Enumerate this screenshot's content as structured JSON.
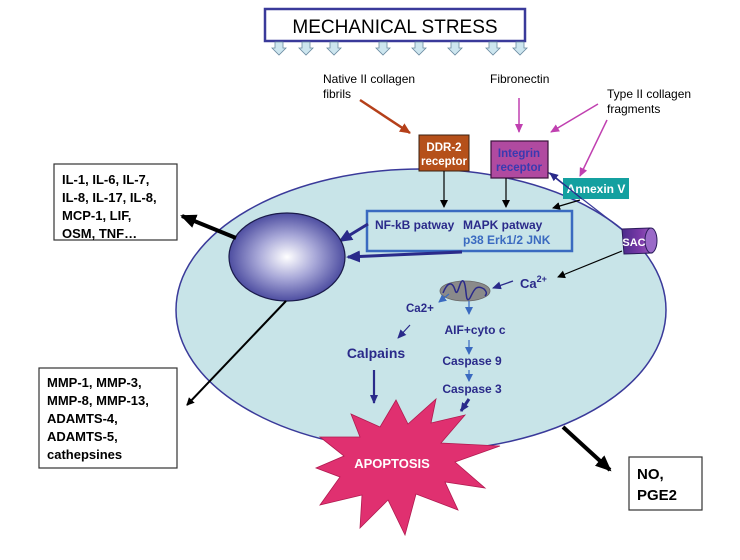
{
  "title": "MECHANICAL STRESS",
  "stimuli": {
    "native_collagen": [
      "Native II collagen",
      "fibrils"
    ],
    "fibronectin": "Fibronectin",
    "type2_fragments": [
      "Type II collagen",
      "fragments"
    ]
  },
  "receptors": {
    "ddr2": [
      "DDR-2",
      "receptor"
    ],
    "integrin": [
      "Integrin",
      "receptor"
    ],
    "annexin": "Annexin V",
    "sac": "SAC"
  },
  "pathways": {
    "nfkb": "NF-kB patway",
    "mapk": "MAPK patway",
    "mapk_sub": "p38 Erk1/2 JNK"
  },
  "intracellular": {
    "ca_in": "Ca",
    "ca_in_sup": "2+",
    "ca2": "Ca2+",
    "aif": "AIF+cyto c",
    "casp9": "Caspase 9",
    "casp3": "Caspase 3",
    "calpains": "Calpains",
    "apoptosis": "APOPTOSIS"
  },
  "outputs": {
    "cytokines": [
      "IL-1, IL-6, IL-7,",
      "IL-8, IL-17, IL-8,",
      "MCP-1,  LIF,",
      "OSM, TNF…"
    ],
    "proteases": [
      "MMP-1, MMP-3,",
      "MMP-8,  MMP-13,",
      "ADAMTS-4,",
      "ADAMTS-5,",
      "cathepsines"
    ],
    "mediators": [
      "NO,",
      "PGE2"
    ]
  },
  "colors": {
    "cell_fill": "#c8e4e8",
    "cell_stroke": "#3a3a9a",
    "ddr2": "#b5501a",
    "integrin": "#b04aa0",
    "annexin": "#14a0a0",
    "pathway_text": "#2a2a8a",
    "apoptosis": "#e03070",
    "magenta_arrow": "#c040b0",
    "brown_arrow": "#b5401a"
  }
}
